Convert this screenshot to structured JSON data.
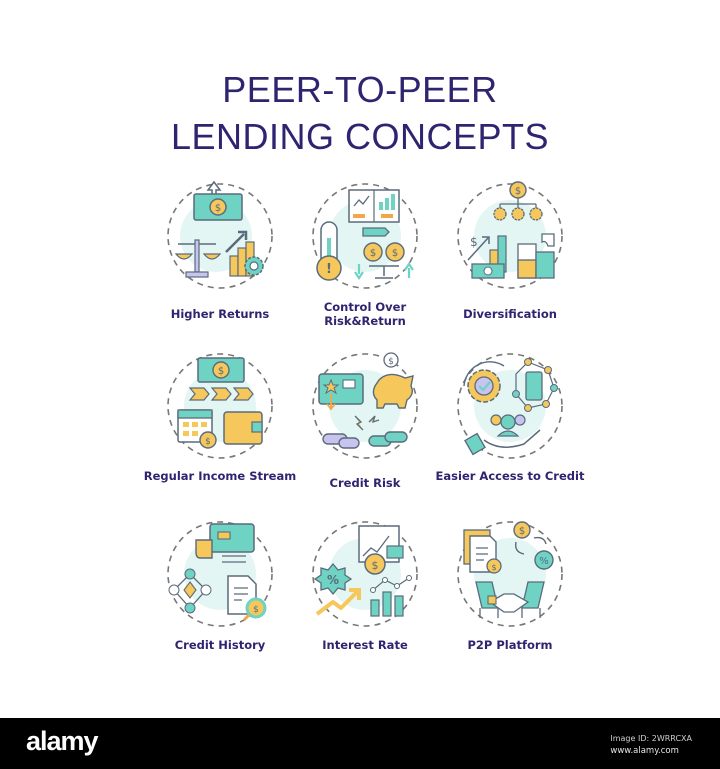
{
  "title": {
    "line1": "PEER-TO-PEER",
    "line2": "LENDING CONCEPTS"
  },
  "colors": {
    "title": "#2e2470",
    "accent_teal": "#6fd3c4",
    "accent_yellow": "#f6c75a",
    "accent_orange": "#f0a94a",
    "outline": "#5a6b7c",
    "lavender": "#c9c3ef",
    "circle_fill": "#e4f6f4",
    "dash": "#7a7a7a"
  },
  "concepts": [
    {
      "label": "Higher Returns",
      "icon": "money-scale-growth-icon"
    },
    {
      "label": "Control Over Risk&Return",
      "icon": "thermometer-chart-coins-icon"
    },
    {
      "label": "Diversification",
      "icon": "dollar-network-puzzle-icon"
    },
    {
      "label": "Regular Income Stream",
      "icon": "banknote-calendar-wallet-icon"
    },
    {
      "label": "Credit Risk",
      "icon": "card-piggybank-broken-chain-icon"
    },
    {
      "label": "Easier Access to Credit",
      "icon": "gear-network-hand-people-icon"
    },
    {
      "label": "Credit History",
      "icon": "card-document-magnifier-icon"
    },
    {
      "label": "Interest Rate",
      "icon": "percent-badge-chart-icon"
    },
    {
      "label": "P2P Platform",
      "icon": "handshake-document-percent-icon"
    }
  ],
  "footer": {
    "logo": "alamy",
    "image_id": "Image ID: 2WRRCXA",
    "url": "www.alamy.com"
  }
}
